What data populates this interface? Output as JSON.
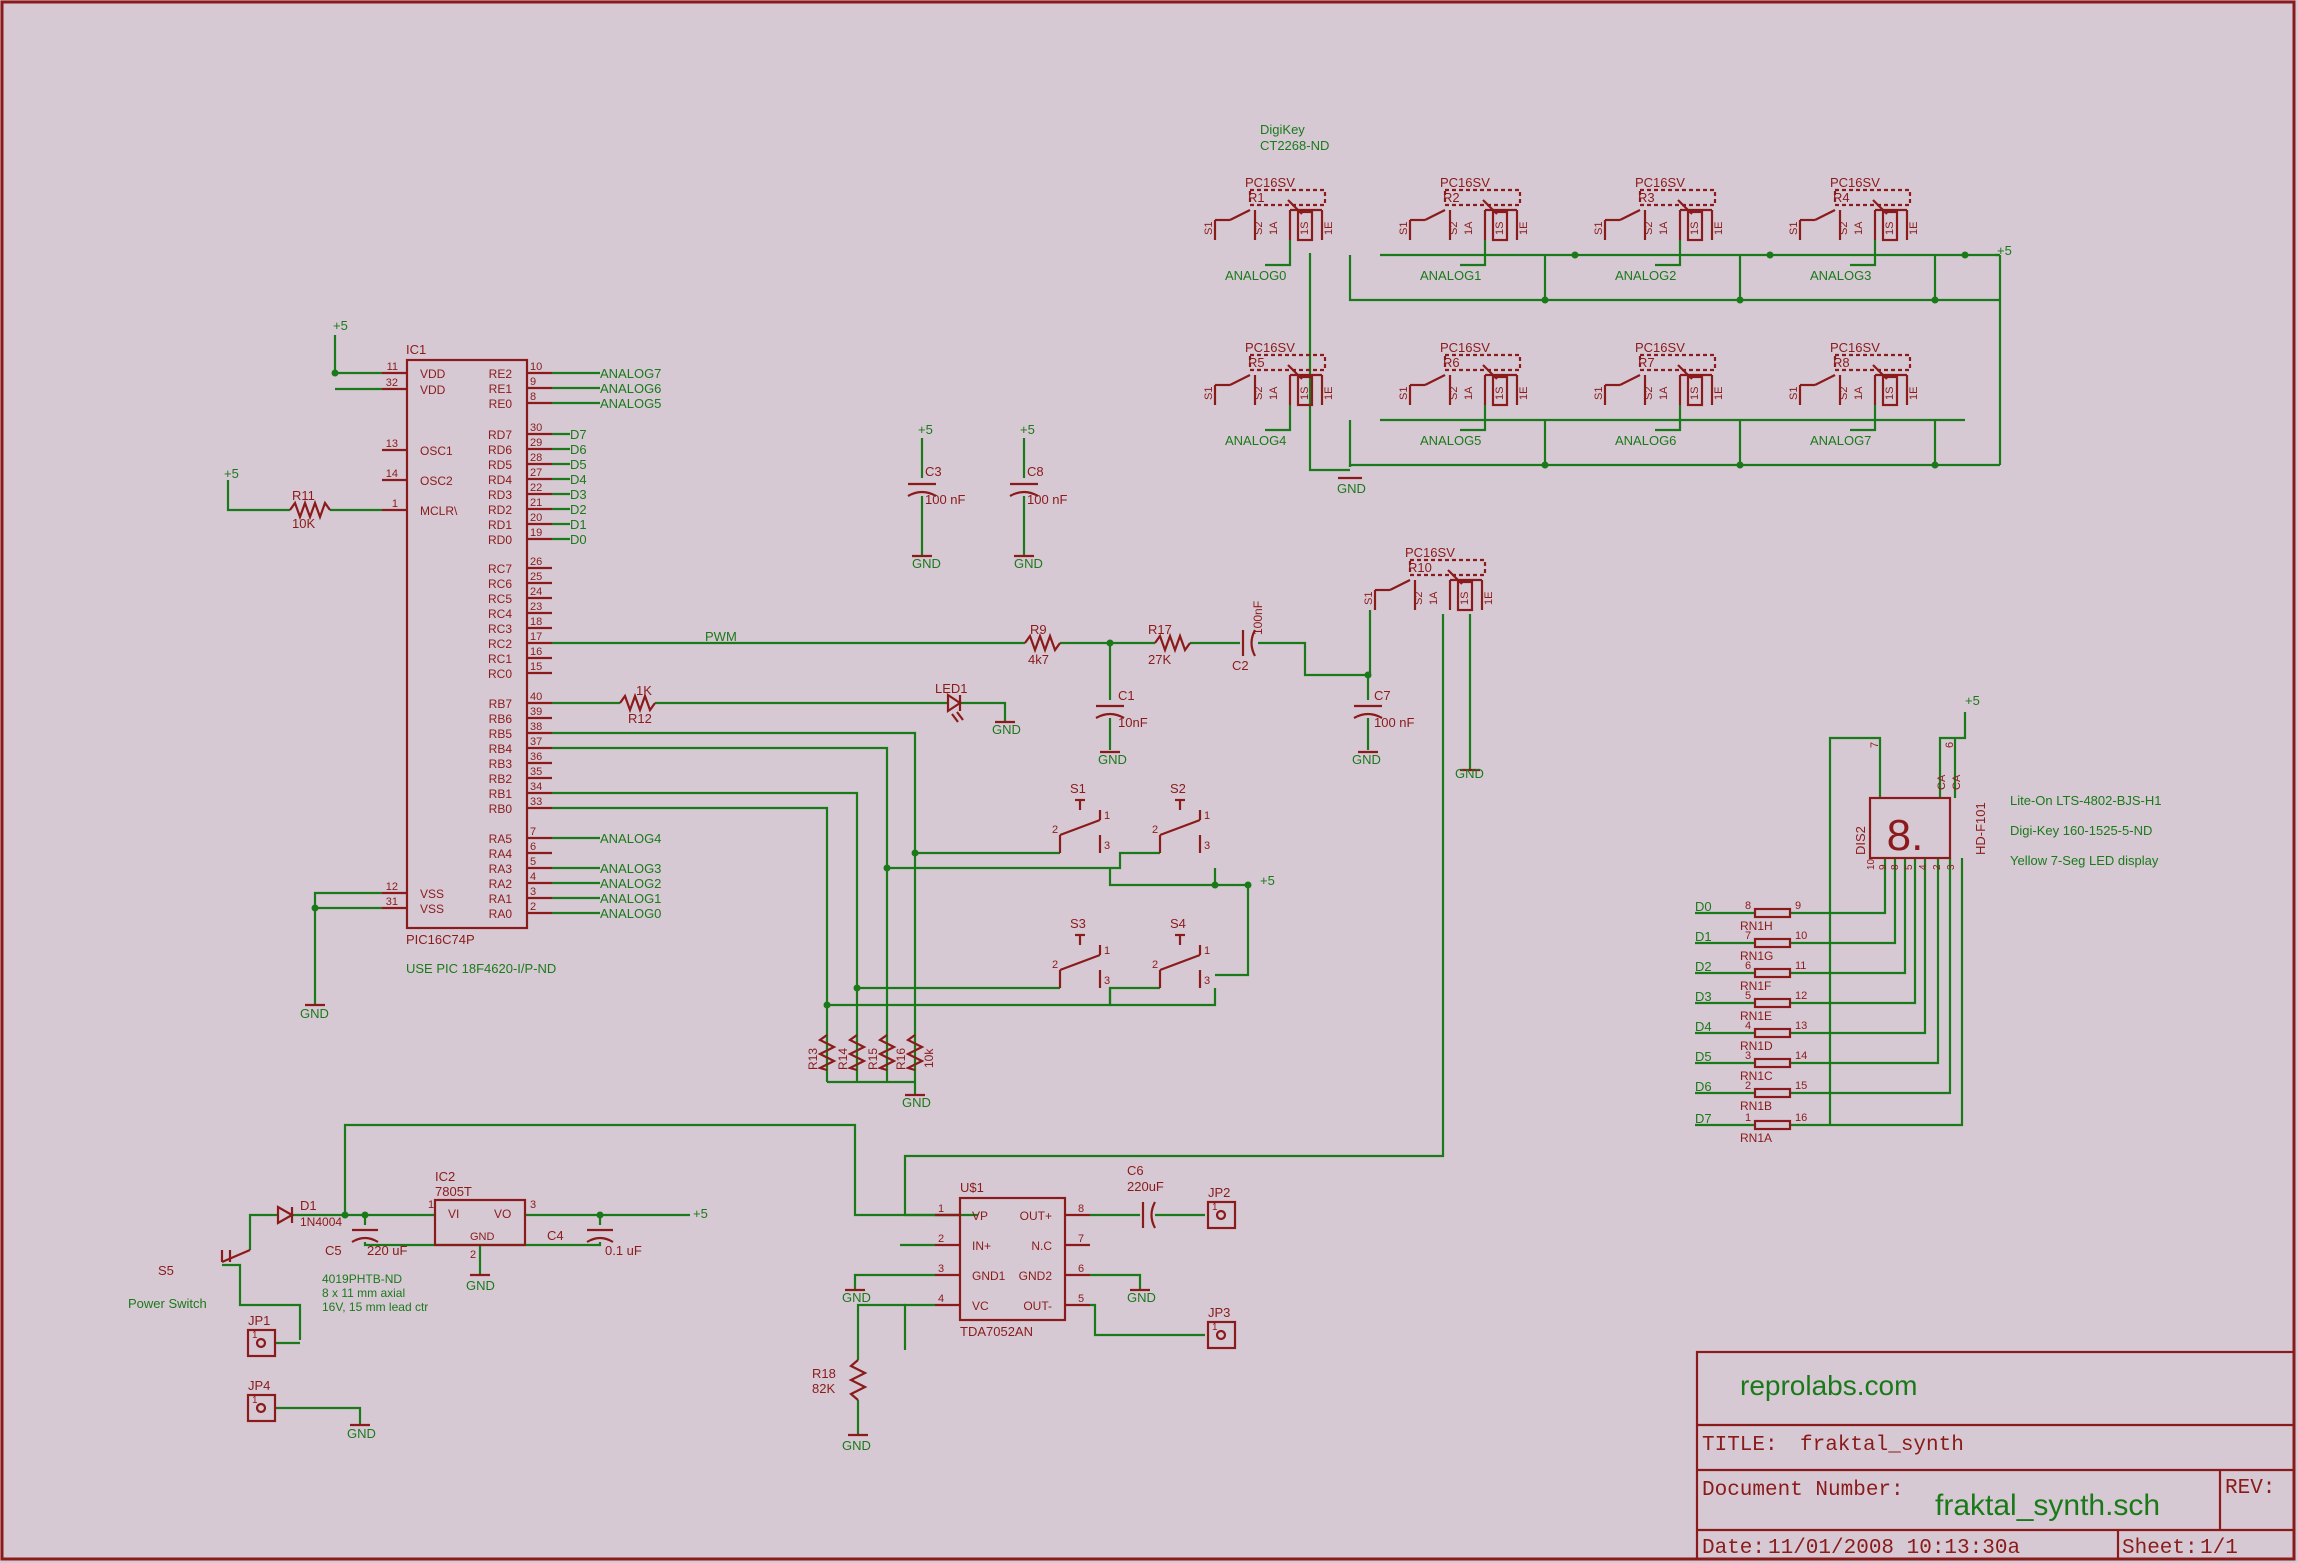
{
  "colors": {
    "background": "#d6c9d3",
    "part": "#8b1a1a",
    "wire": "#1a7a1a",
    "netlabel": "#1a7a1a",
    "partlabel": "#8b1a1a"
  },
  "ic1": {
    "name": "IC1",
    "value": "PIC16C74P",
    "note": "USE PIC 18F4620-I/P-ND",
    "left_pins": [
      {
        "num": "11",
        "name": "VDD"
      },
      {
        "num": "32",
        "name": "VDD"
      },
      {
        "num": "13",
        "name": "OSC1"
      },
      {
        "num": "14",
        "name": "OSC2"
      },
      {
        "num": "1",
        "name": "MCLR\\"
      },
      {
        "num": "12",
        "name": "VSS"
      },
      {
        "num": "31",
        "name": "VSS"
      }
    ],
    "right_pins": [
      {
        "num": "10",
        "name": "RE2",
        "net": "ANALOG7"
      },
      {
        "num": "9",
        "name": "RE1",
        "net": "ANALOG6"
      },
      {
        "num": "8",
        "name": "RE0",
        "net": "ANALOG5"
      },
      {
        "num": "30",
        "name": "RD7",
        "net": "D7"
      },
      {
        "num": "29",
        "name": "RD6",
        "net": "D6"
      },
      {
        "num": "28",
        "name": "RD5",
        "net": "D5"
      },
      {
        "num": "27",
        "name": "RD4",
        "net": "D4"
      },
      {
        "num": "22",
        "name": "RD3",
        "net": "D3"
      },
      {
        "num": "21",
        "name": "RD2",
        "net": "D2"
      },
      {
        "num": "20",
        "name": "RD1",
        "net": "D1"
      },
      {
        "num": "19",
        "name": "RD0",
        "net": "D0"
      },
      {
        "num": "26",
        "name": "RC7",
        "net": ""
      },
      {
        "num": "25",
        "name": "RC6",
        "net": ""
      },
      {
        "num": "24",
        "name": "RC5",
        "net": ""
      },
      {
        "num": "23",
        "name": "RC4",
        "net": ""
      },
      {
        "num": "18",
        "name": "RC3",
        "net": ""
      },
      {
        "num": "17",
        "name": "RC2",
        "net": "PWM"
      },
      {
        "num": "16",
        "name": "RC1",
        "net": ""
      },
      {
        "num": "15",
        "name": "RC0",
        "net": ""
      },
      {
        "num": "40",
        "name": "RB7",
        "net": ""
      },
      {
        "num": "39",
        "name": "RB6",
        "net": ""
      },
      {
        "num": "38",
        "name": "RB5",
        "net": ""
      },
      {
        "num": "37",
        "name": "RB4",
        "net": ""
      },
      {
        "num": "36",
        "name": "RB3",
        "net": ""
      },
      {
        "num": "35",
        "name": "RB2",
        "net": ""
      },
      {
        "num": "34",
        "name": "RB1",
        "net": ""
      },
      {
        "num": "33",
        "name": "RB0",
        "net": ""
      },
      {
        "num": "7",
        "name": "RA5",
        "net": "ANALOG4"
      },
      {
        "num": "6",
        "name": "RA4",
        "net": ""
      },
      {
        "num": "5",
        "name": "RA3",
        "net": "ANALOG3"
      },
      {
        "num": "4",
        "name": "RA2",
        "net": "ANALOG2"
      },
      {
        "num": "3",
        "name": "RA1",
        "net": "ANALOG1"
      },
      {
        "num": "2",
        "name": "RA0",
        "net": "ANALOG0"
      }
    ]
  },
  "power": {
    "plus5": "+5",
    "gnd": "GND"
  },
  "digikey_pot": {
    "line1": "DigiKey",
    "line2": "CT2268-ND"
  },
  "pots": [
    {
      "name": "R1",
      "net": "ANALOG0"
    },
    {
      "name": "R2",
      "net": "ANALOG1"
    },
    {
      "name": "R3",
      "net": "ANALOG2"
    },
    {
      "name": "R4",
      "net": "ANALOG3"
    },
    {
      "name": "R5",
      "net": "ANALOG4"
    },
    {
      "name": "R6",
      "net": "ANALOG5"
    },
    {
      "name": "R7",
      "net": "ANALOG6"
    },
    {
      "name": "R8",
      "net": "ANALOG7"
    }
  ],
  "pot_type": "PC16SV",
  "pot_pins": [
    "S1",
    "S2",
    "1A",
    "1S",
    "1E"
  ],
  "r10": {
    "name": "R10",
    "type": "PC16SV"
  },
  "r11": {
    "name": "R11",
    "value": "10K"
  },
  "r12": {
    "name": "R12",
    "value": "1K"
  },
  "led1": {
    "name": "LED1"
  },
  "r9": {
    "name": "R9",
    "value": "4k7"
  },
  "r17": {
    "name": "R17",
    "value": "27K"
  },
  "c2": {
    "name": "C2",
    "value": "100nF"
  },
  "c1": {
    "name": "C1",
    "value": "10nF"
  },
  "c7": {
    "name": "C7",
    "value": "100 nF"
  },
  "c3": {
    "name": "C3",
    "value": "100 nF"
  },
  "c8": {
    "name": "C8",
    "value": "100 nF"
  },
  "switches": [
    {
      "name": "S1"
    },
    {
      "name": "S2"
    },
    {
      "name": "S3"
    },
    {
      "name": "S4"
    }
  ],
  "sw_pins": {
    "p1": "1",
    "p2": "2",
    "p3": "3"
  },
  "pulldowns": {
    "names": [
      "R13",
      "R14",
      "R15",
      "R16"
    ],
    "value": "10k"
  },
  "dis2": {
    "name": "DIS2",
    "part": "HD-F101",
    "digit": "8.",
    "pins_top": [
      "7",
      "6"
    ],
    "pins_bottom": [
      "10",
      "9",
      "8",
      "5",
      "4",
      "2",
      "3"
    ],
    "ca": "CA",
    "info": [
      "Lite-On LTS-4802-BJS-H1",
      "Digi-Key 160-1525-5-ND",
      "Yellow 7-Seg LED display"
    ]
  },
  "rn": [
    {
      "net": "D0",
      "left": "8",
      "right": "9",
      "name": "RN1H"
    },
    {
      "net": "D1",
      "left": "7",
      "right": "10",
      "name": "RN1G"
    },
    {
      "net": "D2",
      "left": "6",
      "right": "11",
      "name": "RN1F"
    },
    {
      "net": "D3",
      "left": "5",
      "right": "12",
      "name": "RN1E"
    },
    {
      "net": "D4",
      "left": "4",
      "right": "13",
      "name": "RN1D"
    },
    {
      "net": "D5",
      "left": "3",
      "right": "14",
      "name": "RN1C"
    },
    {
      "net": "D6",
      "left": "2",
      "right": "15",
      "name": "RN1B"
    },
    {
      "net": "D7",
      "left": "1",
      "right": "16",
      "name": "RN1A"
    }
  ],
  "ic2": {
    "name": "IC2",
    "value": "7805T",
    "vi": "VI",
    "vo": "VO",
    "gnd": "GND",
    "p1": "1",
    "p2": "2",
    "p3": "3"
  },
  "d1": {
    "name": "D1",
    "value": "1N4004"
  },
  "c5": {
    "name": "C5",
    "value": "220 uF",
    "note": [
      "4019PHTB-ND",
      "8 x 11 mm axial",
      "16V, 15 mm lead ctr"
    ]
  },
  "c4": {
    "name": "C4",
    "value": "0.1 uF"
  },
  "s5": {
    "name": "S5",
    "label": "Power Switch"
  },
  "jp1": {
    "name": "JP1"
  },
  "jp2": {
    "name": "JP2"
  },
  "jp3": {
    "name": "JP3"
  },
  "jp4": {
    "name": "JP4"
  },
  "jp_pin": "1",
  "u1": {
    "name": "U$1",
    "value": "TDA7052AN",
    "left": [
      {
        "num": "1",
        "name": "VP"
      },
      {
        "num": "2",
        "name": "IN+"
      },
      {
        "num": "3",
        "name": "GND1"
      },
      {
        "num": "4",
        "name": "VC"
      }
    ],
    "right": [
      {
        "num": "8",
        "name": "OUT+"
      },
      {
        "num": "7",
        "name": "N.C"
      },
      {
        "num": "6",
        "name": "GND2"
      },
      {
        "num": "5",
        "name": "OUT-"
      }
    ]
  },
  "c6": {
    "name": "C6",
    "value": "220uF"
  },
  "r18": {
    "name": "R18",
    "value": "82K"
  },
  "pwm_net": "PWM",
  "title_block": {
    "company": "reprolabs.com",
    "title_label": "TITLE:",
    "title": "fraktal_synth",
    "doc_label": "Document Number:",
    "doc": "fraktal_synth.sch",
    "rev_label": "REV:",
    "date_label": "Date:",
    "date": "11/01/2008 10:13:30a",
    "sheet_label": "Sheet:",
    "sheet": "1/1"
  }
}
